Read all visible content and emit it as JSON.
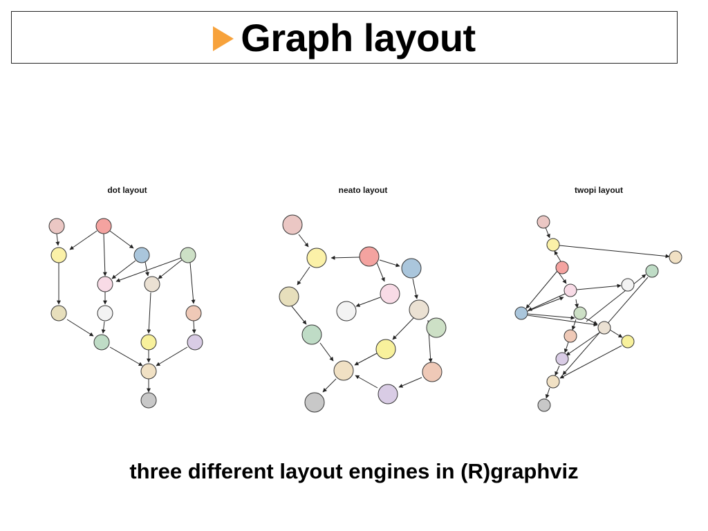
{
  "slide": {
    "title": "Graph layout",
    "caption": "three different layout engines in (R)graphviz"
  },
  "panels": [
    {
      "title": "dot layout"
    },
    {
      "title": "neato layout"
    },
    {
      "title": "twopi layout"
    }
  ],
  "colors": {
    "title_bullet": "#f7a23b",
    "node_stroke": "#333333",
    "edge": "#222222"
  }
}
